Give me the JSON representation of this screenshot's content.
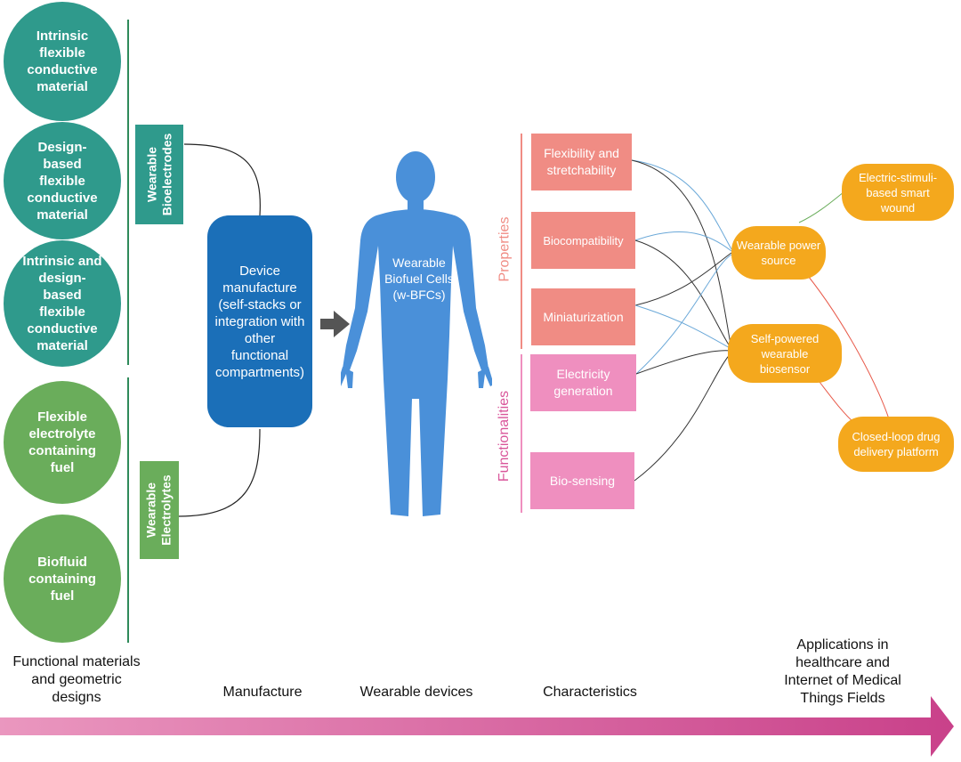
{
  "materials": {
    "intrinsic": "Intrinsic flexible conductive material",
    "design_based": "Design-based flexible conductive material",
    "hybrid": "Intrinsic and design-based flexible conductive material",
    "electrolyte_fuel": "Flexible electrolyte containing fuel",
    "biofluid_fuel": "Biofluid containing fuel"
  },
  "tags": {
    "bioelectrodes": "Wearable Bioelectrodes",
    "electrolytes": "Wearable Electrolytes"
  },
  "device_manufacture": "Device manufacture (self-stacks or integration with other functional compartments)",
  "body_label": "Wearable Biofuel Cells (w-BFCs)",
  "groups": {
    "properties": "Properties",
    "functionalities": "Functionalities"
  },
  "characteristics": {
    "flexibility": "Flexibility and stretchability",
    "biocompatibility": "Biocompatibility",
    "miniaturization": "Miniaturization",
    "electricity": "Electricity generation",
    "biosensing": "Bio-sensing"
  },
  "applications": {
    "power_source": "Wearable power source",
    "wound": "Electric-stimuli-based smart wound",
    "biosensor": "Self-powered wearable biosensor",
    "drug_delivery": "Closed-loop drug delivery platform"
  },
  "stages": {
    "materials": "Functional materials and geometric designs",
    "manufacture": "Manufacture",
    "devices": "Wearable devices",
    "characteristics": "Characteristics",
    "applications": "Applications in healthcare and Internet of Medical Things Fields"
  },
  "colors": {
    "teal": "#2f9a8c",
    "green": "#6aad5b",
    "device_blue": "#1b6fb8",
    "body_blue": "#4a90d9",
    "property_salmon": "#f08c84",
    "function_pink": "#ef8fbf",
    "application_orange": "#f4a81d",
    "arrow_magenta": "#c9418a"
  }
}
